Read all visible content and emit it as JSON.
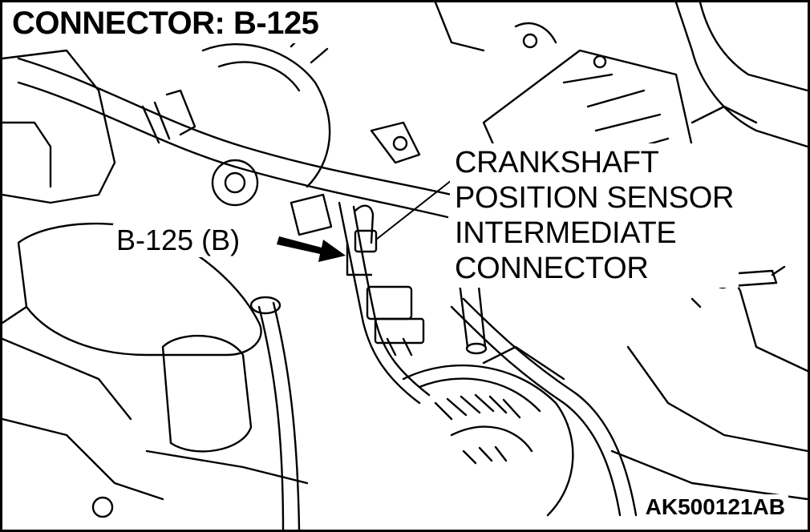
{
  "diagram": {
    "title": "CONNECTOR: B-125",
    "callout_label": "B-125 (B)",
    "component_label_lines": [
      "CRANKSHAFT",
      "POSITION SENSOR",
      "INTERMEDIATE",
      "CONNECTOR"
    ],
    "figure_code": "AK500121AB"
  },
  "colors": {
    "line": "#000000",
    "background": "#ffffff"
  },
  "icons": {
    "pointer": "arrow-right-icon"
  }
}
